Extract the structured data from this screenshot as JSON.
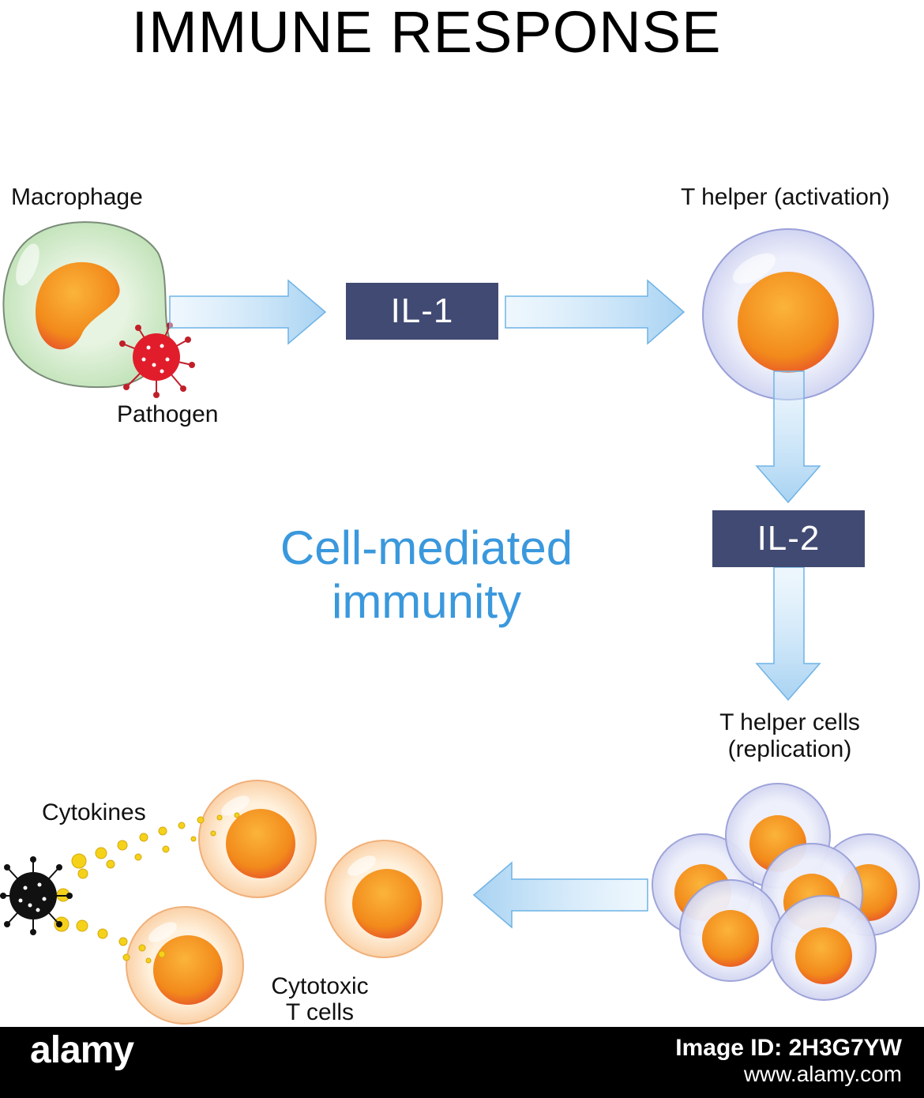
{
  "title": "IMMUNE RESPONSE",
  "labels": {
    "macrophage": "Macrophage",
    "pathogen": "Pathogen",
    "t_helper_activation": "T helper (activation)",
    "il1": "IL-1",
    "il2": "IL-2",
    "t_helper_cells_line1": "T helper cells",
    "t_helper_cells_line2": "(replication)",
    "cytokines": "Cytokines",
    "cytotoxic_line1": "Cytotoxic",
    "cytotoxic_line2": "T cells",
    "cell_mediated_line1": "Cell-mediated",
    "cell_mediated_line2": "immunity"
  },
  "footer": {
    "brand": "alamy",
    "image_id": "Image ID: 2H3G7YW",
    "site": "www.alamy.com"
  },
  "colors": {
    "il_box": "#414a72",
    "arrow": "#a9d3f2",
    "cell_mediated_text": "#3a98dd",
    "pathogen": "#e11d2b",
    "nucleus": "#f28a1b"
  }
}
